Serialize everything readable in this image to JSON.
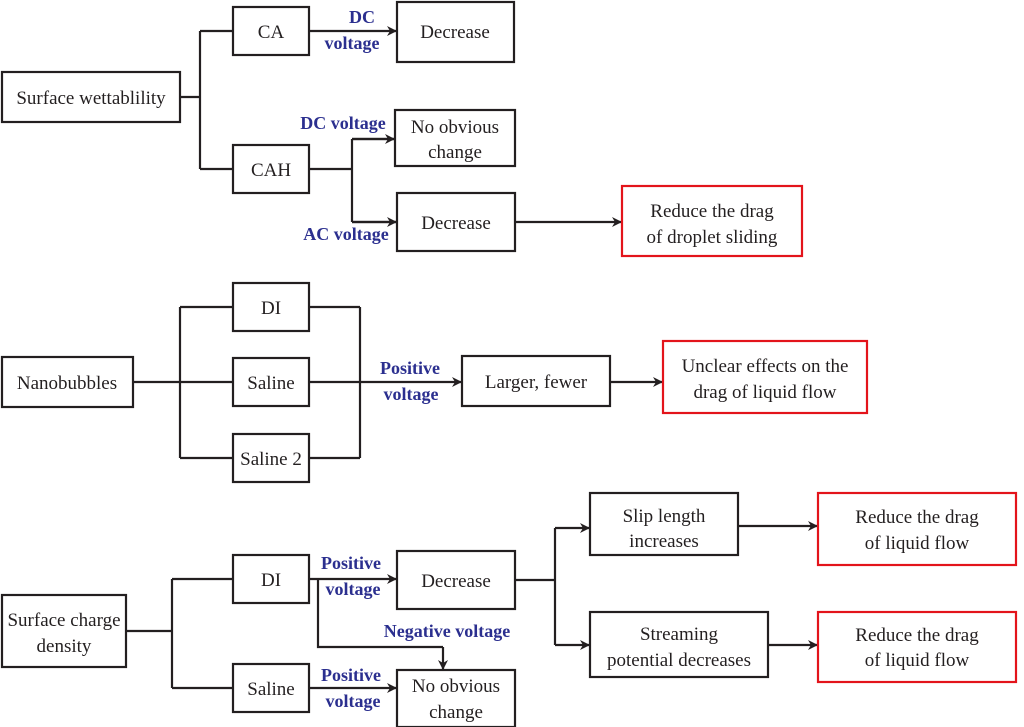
{
  "colors": {
    "line": "#231f20",
    "label": "#2b2f8f",
    "highlight": "#e3141b"
  },
  "wettability": {
    "root": "Surface wettablility",
    "ca": "CA",
    "cah": "CAH",
    "ca_label_1": "DC",
    "ca_label_2": "voltage",
    "ca_result": "Decrease",
    "cah_dc_label": "DC voltage",
    "cah_ac_label": "AC voltage",
    "cah_dc_result_1": "No obvious",
    "cah_dc_result_2": "change",
    "cah_ac_result": "Decrease",
    "outcome_1": "Reduce the drag",
    "outcome_2": "of droplet sliding"
  },
  "nanobubbles": {
    "root": "Nanobubbles",
    "di": "DI",
    "saline": "Saline",
    "saline2": "Saline 2",
    "label_1": "Positive",
    "label_2": "voltage",
    "result": "Larger, fewer",
    "outcome_1": "Unclear effects on the",
    "outcome_2": "drag of liquid flow"
  },
  "charge": {
    "root_1": "Surface charge",
    "root_2": "density",
    "di": "DI",
    "saline": "Saline",
    "di_pos_1": "Positive",
    "di_pos_2": "voltage",
    "di_neg": "Negative voltage",
    "saline_pos_1": "Positive",
    "saline_pos_2": "voltage",
    "decrease": "Decrease",
    "no_change_1": "No obvious",
    "no_change_2": "change",
    "slip_1": "Slip length",
    "slip_2": "increases",
    "stream_1": "Streaming",
    "stream_2": "potential decreases",
    "outcome_a_1": "Reduce the drag",
    "outcome_a_2": "of liquid flow",
    "outcome_b_1": "Reduce the drag",
    "outcome_b_2": "of liquid flow"
  }
}
